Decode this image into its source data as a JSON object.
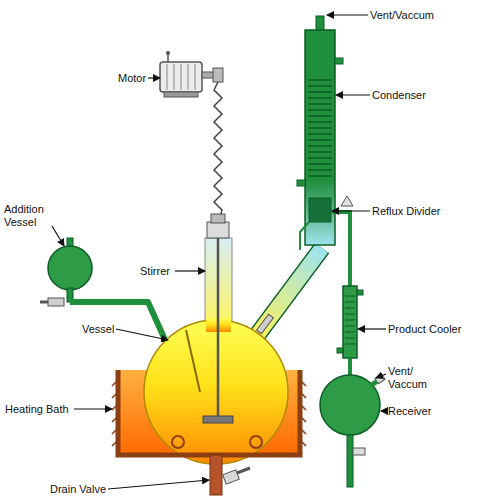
{
  "diagram": {
    "labels": [
      "Vent/Vaccum",
      "Motor",
      "Condenser",
      "Addition Vessel",
      "Reflux Divider",
      "Stirrer",
      "Vessel",
      "Product Cooler",
      "Vent/ Vaccum",
      "Heating Bath",
      "Receiver",
      "Drain Valve"
    ]
  }
}
